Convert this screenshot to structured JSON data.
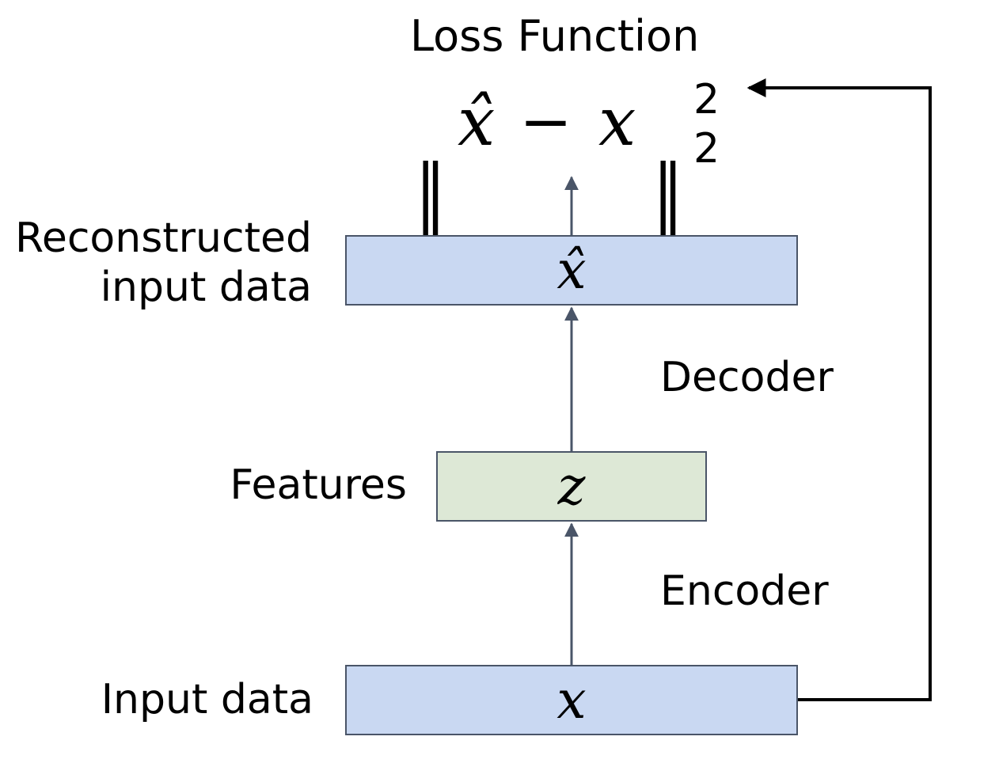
{
  "title": "Loss Function",
  "formula": {
    "norm_left": "‖",
    "norm_right": "‖",
    "xhat": "x̂",
    "minus": "−",
    "x": "x",
    "superscript": "2",
    "subscript": "2"
  },
  "labels": {
    "reconstructed_line1": "Reconstructed",
    "reconstructed_line2": "input data",
    "decoder": "Decoder",
    "features": "Features",
    "encoder": "Encoder",
    "input_data": "Input data"
  },
  "boxes": {
    "reconstructed_symbol": "x̂",
    "features_symbol": "z",
    "input_symbol": "x"
  },
  "colors": {
    "box_blue": "#c9d8f2",
    "box_green": "#dde8d6",
    "arrow_gray": "#4a5568",
    "feedback_line": "#000000"
  }
}
